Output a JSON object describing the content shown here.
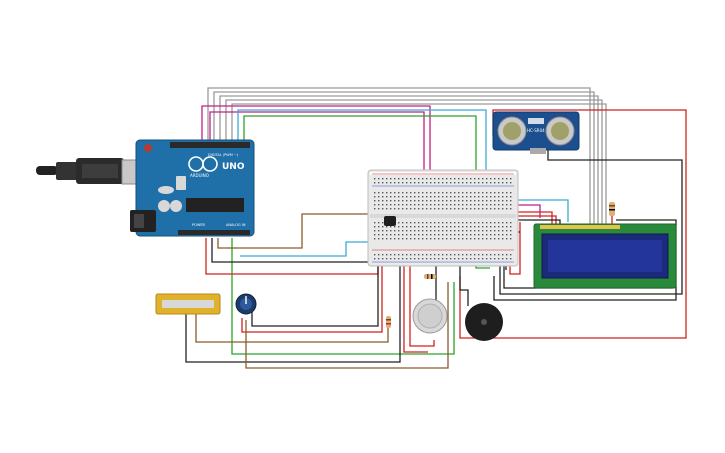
{
  "arduino": {
    "model_text": "UNO",
    "brand_text": "ARDUINO",
    "digital_label": "DIGITAL (PWM ~)",
    "power_label": "POWER",
    "analog_label": "ANALOG IN",
    "board_color": "#1f6fa8"
  },
  "ultrasonic": {
    "model_text": "HC-SR04",
    "board_color": "#1c4f8f"
  },
  "lcd": {
    "board_color": "#2a8a3c",
    "screen_color": "#1b2a7a"
  },
  "wire_colors": {
    "gray": "#9a9a9a",
    "magenta": "#c0208a",
    "cyan": "#3fa9d6",
    "green": "#2aa52a",
    "red": "#d42020",
    "black": "#222222",
    "brown": "#8a5a2a"
  }
}
